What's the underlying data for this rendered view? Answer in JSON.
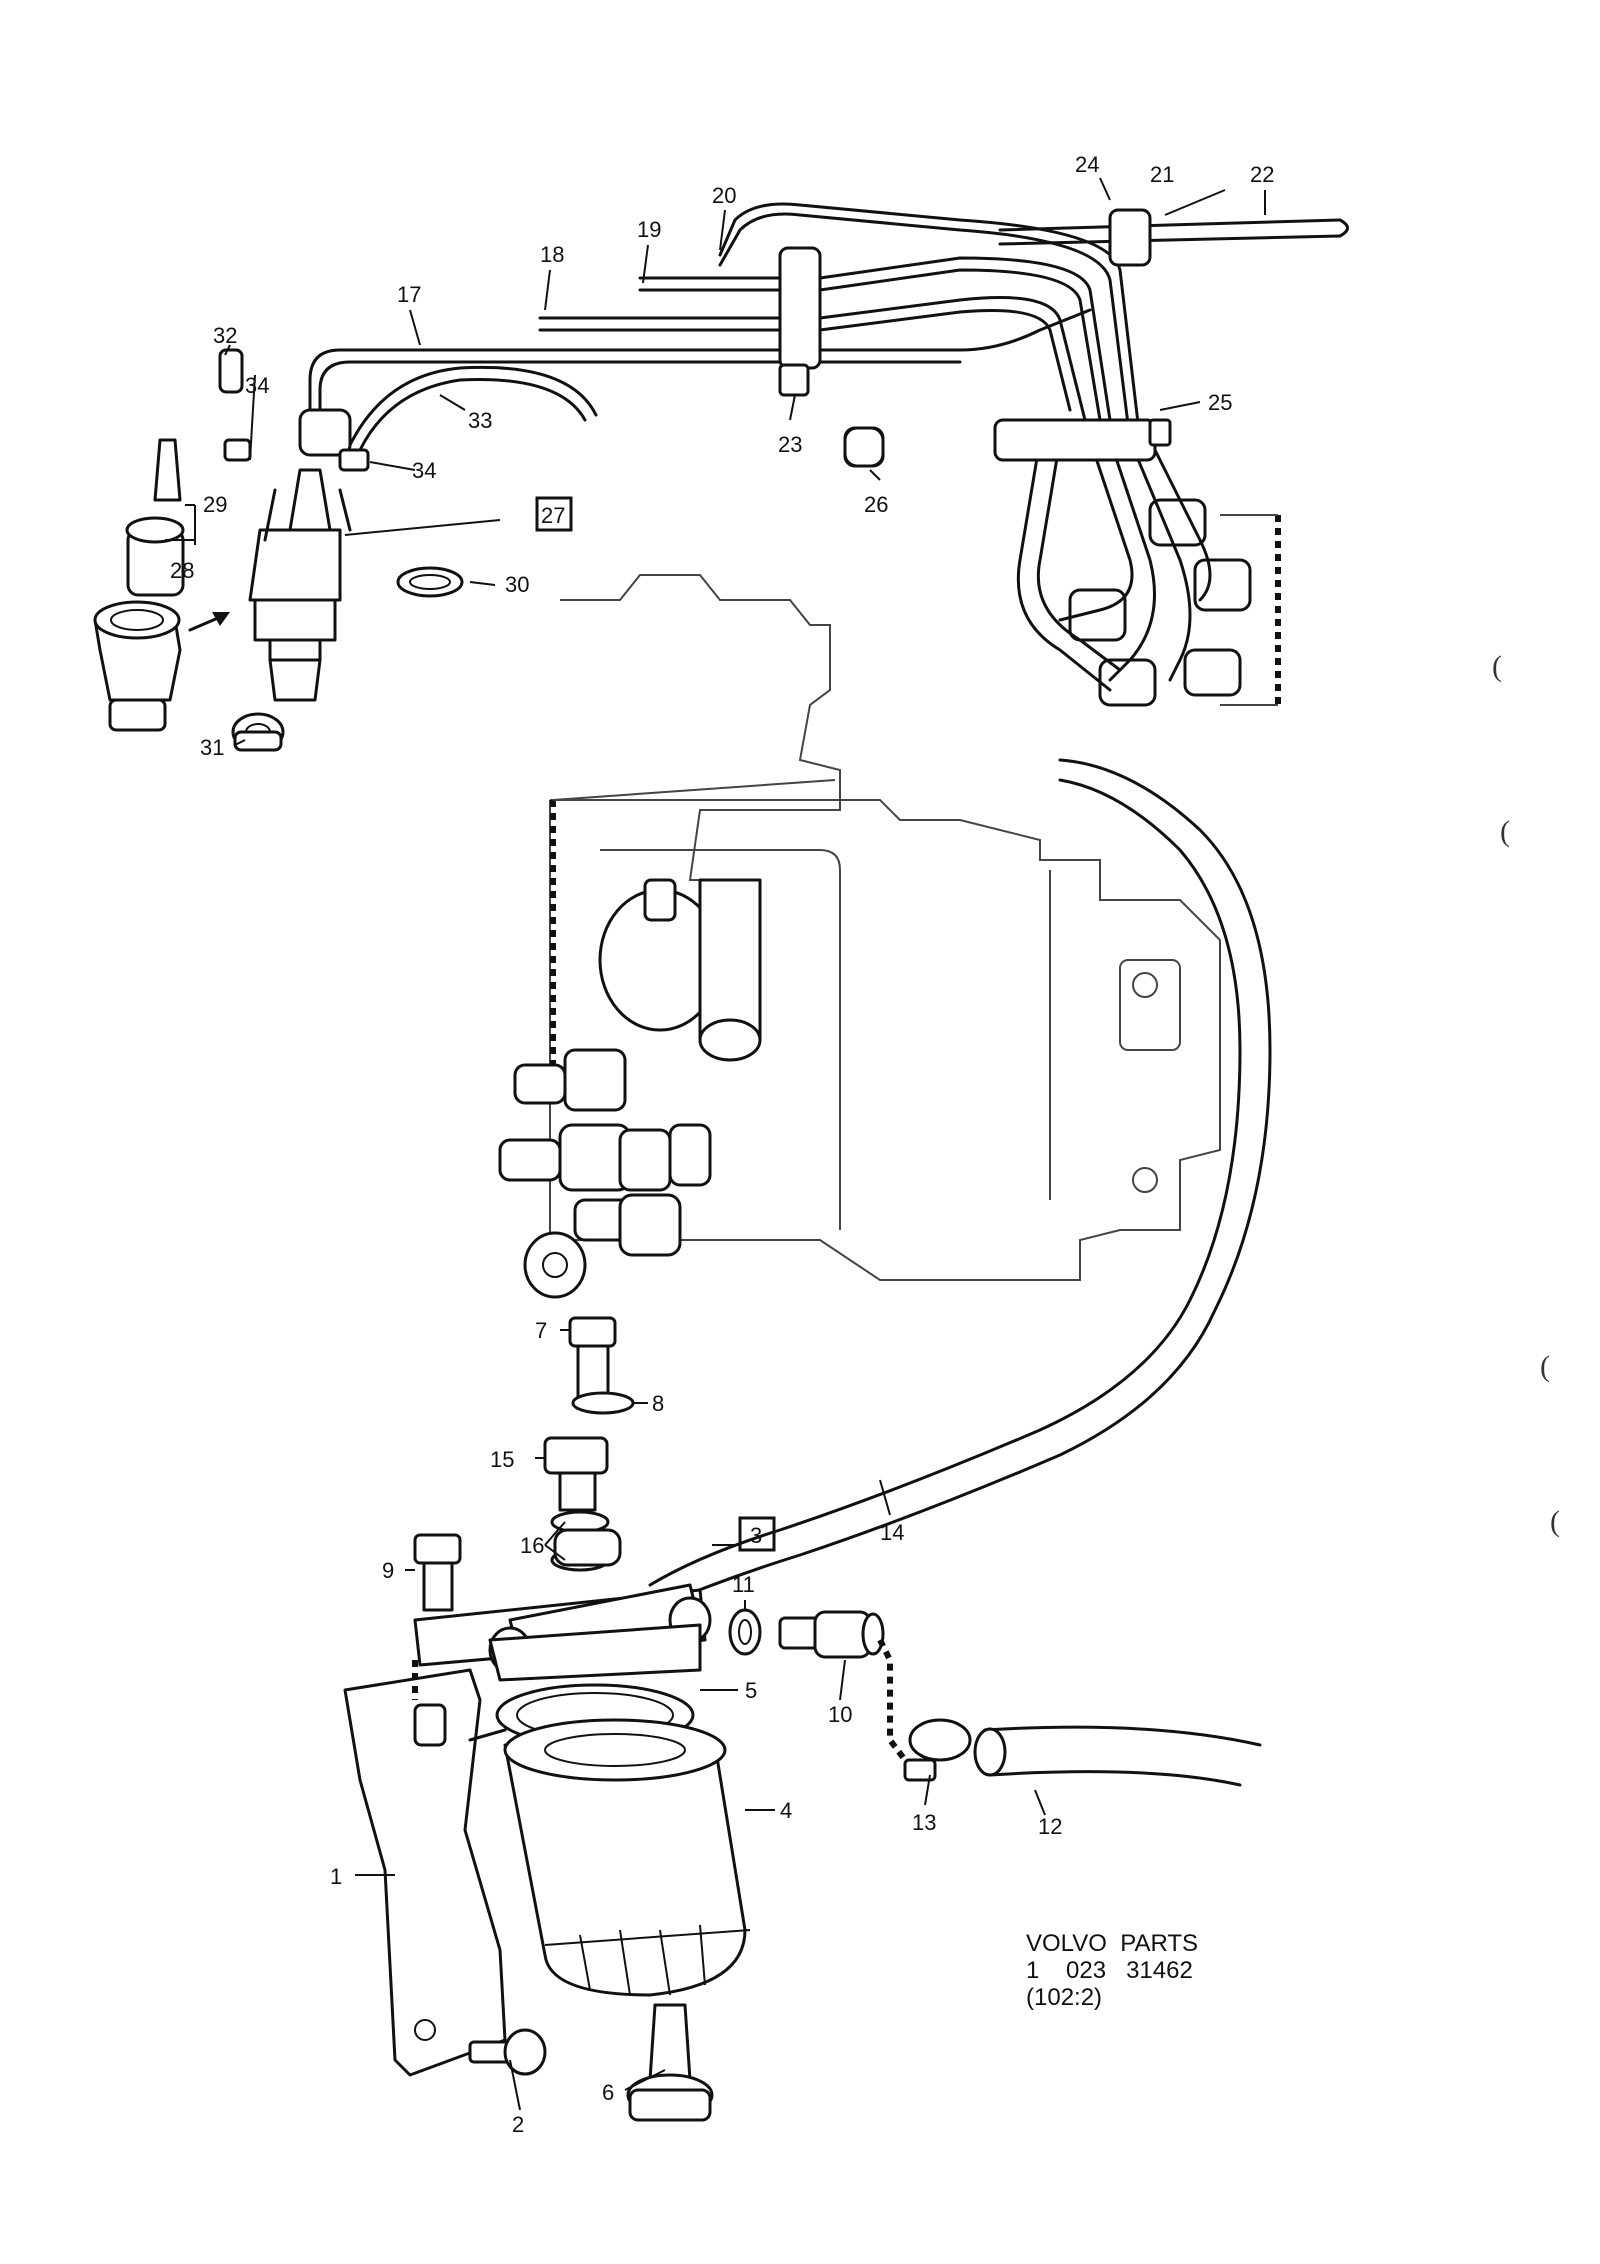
{
  "diagram": {
    "callouts": [
      {
        "id": "c1",
        "text": "1"
      },
      {
        "id": "c2",
        "text": "2"
      },
      {
        "id": "c3",
        "text": "3"
      },
      {
        "id": "c4",
        "text": "4"
      },
      {
        "id": "c5",
        "text": "5"
      },
      {
        "id": "c6",
        "text": "6"
      },
      {
        "id": "c7",
        "text": "7"
      },
      {
        "id": "c8",
        "text": "8"
      },
      {
        "id": "c9",
        "text": "9"
      },
      {
        "id": "c10",
        "text": "10"
      },
      {
        "id": "c11",
        "text": "11"
      },
      {
        "id": "c12",
        "text": "12"
      },
      {
        "id": "c13",
        "text": "13"
      },
      {
        "id": "c14",
        "text": "14"
      },
      {
        "id": "c15",
        "text": "15"
      },
      {
        "id": "c16",
        "text": "16"
      },
      {
        "id": "c17",
        "text": "17"
      },
      {
        "id": "c18",
        "text": "18"
      },
      {
        "id": "c19",
        "text": "19"
      },
      {
        "id": "c20",
        "text": "20"
      },
      {
        "id": "c21",
        "text": "21"
      },
      {
        "id": "c22",
        "text": "22"
      },
      {
        "id": "c23",
        "text": "23"
      },
      {
        "id": "c24",
        "text": "24"
      },
      {
        "id": "c25",
        "text": "25"
      },
      {
        "id": "c26",
        "text": "26"
      },
      {
        "id": "c27",
        "text": "27"
      },
      {
        "id": "c28",
        "text": "28"
      },
      {
        "id": "c29",
        "text": "29"
      },
      {
        "id": "c30",
        "text": "30"
      },
      {
        "id": "c31",
        "text": "31"
      },
      {
        "id": "c32",
        "text": "32"
      },
      {
        "id": "c33",
        "text": "33"
      },
      {
        "id": "c34a",
        "text": "34"
      },
      {
        "id": "c34b",
        "text": "34"
      }
    ],
    "catalog": {
      "line1": "VOLVO  PARTS",
      "line2": "1    023   31462",
      "line3": "(102:2)"
    }
  }
}
